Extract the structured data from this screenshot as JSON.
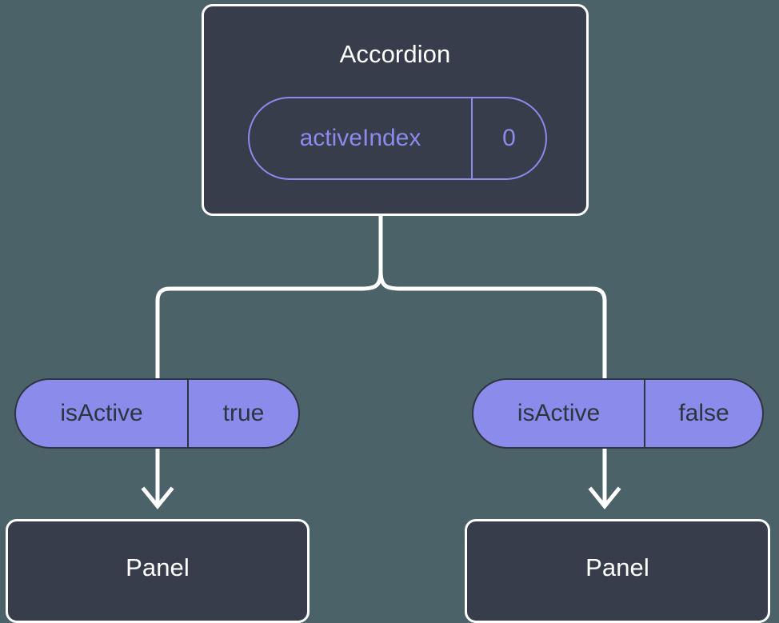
{
  "diagram": {
    "type": "component-tree",
    "background_color": "#4c6269",
    "node_fill_color": "#383d4c",
    "node_border_color": "#ffffff",
    "accent_color": "#8a8bea",
    "badge_text_color": "#2e3440",
    "connector_color": "#ffffff"
  },
  "root": {
    "title": "Accordion",
    "prop": {
      "key": "activeIndex",
      "value": "0",
      "style": "outline"
    }
  },
  "branches": [
    {
      "prop": {
        "key": "isActive",
        "value": "true",
        "style": "filled"
      },
      "child": {
        "title": "Panel"
      }
    },
    {
      "prop": {
        "key": "isActive",
        "value": "false",
        "style": "filled"
      },
      "child": {
        "title": "Panel"
      }
    }
  ]
}
